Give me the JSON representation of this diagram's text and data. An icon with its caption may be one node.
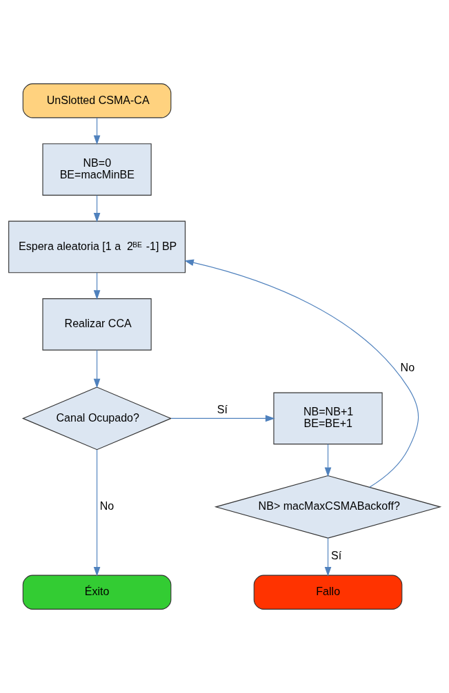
{
  "diagram": {
    "nodes": [
      {
        "text": [
          "UnSlotted CSMA-CA"
        ]
      },
      {
        "text": [
          "NB=0",
          "BE=macMinBE"
        ]
      },
      {
        "text": [
          "Espera aleatoria [1 a  2$^{BE}$-1] BP"
        ]
      },
      {
        "text": [
          "Realizar CCA"
        ]
      },
      {
        "text": [
          "Canal Ocupado?"
        ]
      },
      {
        "text": [
          "NB=NB+1",
          "BE=BE+1"
        ]
      },
      {
        "text": [
          "NB> macMaxCSMABackoff?"
        ]
      },
      {
        "text": [
          "Éxito"
        ]
      },
      {
        "text": [
          "Fallo"
        ]
      }
    ],
    "edges": [
      {
        "from": 0,
        "to": 1,
        "arrow": "to"
      },
      {
        "from": 1,
        "to": 2,
        "arrow": "to"
      },
      {
        "from": 2,
        "to": 3,
        "arrow": "to"
      },
      {
        "from": 3,
        "to": 4,
        "arrow": "to"
      },
      {
        "from": 4,
        "to": 5,
        "arrow": "to",
        "label": "Sí"
      },
      {
        "from": 4,
        "to": 7,
        "arrow": "to",
        "label": "No"
      },
      {
        "from": 5,
        "to": 6,
        "arrow": "to"
      },
      {
        "from": 6,
        "to": 2,
        "arrow": "to",
        "label": "No"
      },
      {
        "from": 6,
        "to": 8,
        "arrow": "to",
        "label": "Sí"
      }
    ]
  }
}
